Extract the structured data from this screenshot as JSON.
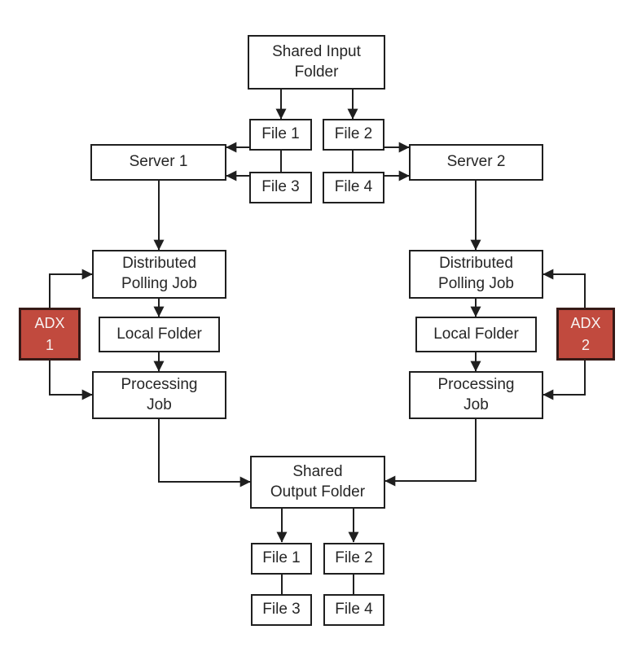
{
  "colors": {
    "background": "#ffffff",
    "line": "#1f1f1f",
    "box_fill": "#ffffff",
    "box_border": "#1f1f1f",
    "box_text": "#262626",
    "accent_fill": "#c14a3e",
    "accent_border": "#361a17",
    "accent_text": "#f7f3f2"
  },
  "nodes": {
    "shared_input_folder": "Shared Input\nFolder",
    "file1": "File 1",
    "file2": "File 2",
    "file3": "File 3",
    "file4": "File 4",
    "server1": "Server 1",
    "server2": "Server 2",
    "distributed_polling_job": "Distributed\nPolling Job",
    "local_folder": "Local Folder",
    "processing_job": "Processing\nJob",
    "adx1": "ADX\n1",
    "adx2": "ADX\n2",
    "shared_output_folder": "Shared\nOutput Folder"
  },
  "edges": [
    {
      "from": "shared_input_folder",
      "to": "file1_top",
      "arrow": true
    },
    {
      "from": "shared_input_folder",
      "to": "file2_top",
      "arrow": true
    },
    {
      "from": "file1_top",
      "to": "file3_top",
      "arrow": false
    },
    {
      "from": "file2_top",
      "to": "file4_top",
      "arrow": false
    },
    {
      "from": "file1_top",
      "to": "server1",
      "arrow": true
    },
    {
      "from": "file3_top",
      "to": "server1",
      "arrow": true
    },
    {
      "from": "file2_top",
      "to": "server2",
      "arrow": true
    },
    {
      "from": "file4_top",
      "to": "server2",
      "arrow": true
    },
    {
      "from": "server1",
      "to": "distributed_polling_job_left",
      "arrow": true
    },
    {
      "from": "server2",
      "to": "distributed_polling_job_right",
      "arrow": true
    },
    {
      "from": "distributed_polling_job_left",
      "to": "local_folder_left",
      "arrow": true
    },
    {
      "from": "local_folder_left",
      "to": "processing_job_left",
      "arrow": true
    },
    {
      "from": "processing_job_left",
      "to": "shared_output_folder",
      "arrow": true
    },
    {
      "from": "adx1",
      "to": "distributed_polling_job_left",
      "arrow": true
    },
    {
      "from": "adx1",
      "to": "processing_job_left",
      "arrow": true
    },
    {
      "from": "distributed_polling_job_right",
      "to": "local_folder_right",
      "arrow": true
    },
    {
      "from": "local_folder_right",
      "to": "processing_job_right",
      "arrow": true
    },
    {
      "from": "processing_job_right",
      "to": "shared_output_folder",
      "arrow": true
    },
    {
      "from": "adx2",
      "to": "distributed_polling_job_right",
      "arrow": true
    },
    {
      "from": "adx2",
      "to": "processing_job_right",
      "arrow": true
    },
    {
      "from": "shared_output_folder",
      "to": "file1_bottom",
      "arrow": true
    },
    {
      "from": "shared_output_folder",
      "to": "file2_bottom",
      "arrow": true
    },
    {
      "from": "file1_bottom",
      "to": "file3_bottom",
      "arrow": false
    },
    {
      "from": "file2_bottom",
      "to": "file4_bottom",
      "arrow": false
    }
  ]
}
